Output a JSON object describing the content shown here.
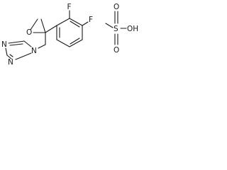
{
  "molecule": {
    "atoms": {
      "epoxide_o": "O",
      "fluoro_top": "F",
      "fluoro_para": "F",
      "triazole_n1": "N",
      "triazole_n2": "N",
      "triazole_n4": "N"
    }
  },
  "salt": {
    "atoms": {
      "oxo_1": "O",
      "oxo_2": "O",
      "sulfur": "S",
      "hydroxyl": "OH"
    }
  }
}
